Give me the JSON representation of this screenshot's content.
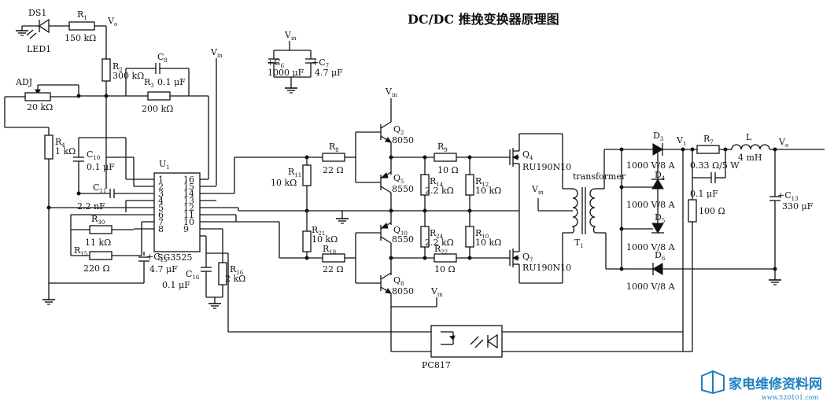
{
  "title": "DC/DC 推挽变换器原理图",
  "labels": {
    "ds1": "DS1",
    "led1": "LED1",
    "r1": "R",
    "r1_sub": "1",
    "r1_val": "150 kΩ",
    "vo_top": "V",
    "vo_top_sub": "o",
    "r2": "R",
    "r2_sub": "2",
    "r2_val": "300 kΩ",
    "c8": "C",
    "c8_sub": "8",
    "c8_val": "0.1 μF",
    "r3": "R",
    "r3_sub": "3",
    "r3_val": "200 kΩ",
    "vin_u1": "V",
    "vin_u1_sub": "in",
    "adj": "ADJ",
    "adj_val": "20 kΩ",
    "r4": "R",
    "r4_sub": "4",
    "r4_val": "1 kΩ",
    "c10": "C",
    "c10_sub": "10",
    "c10_val": "0.1 μF",
    "c11": "C",
    "c11_sub": "11",
    "c11_val": "2.2 nF",
    "u1": "U",
    "u1_sub": "1",
    "r30": "R",
    "r30_sub": "30",
    "r30_val": "11 kΩ",
    "r15": "R",
    "r15_sub": "15",
    "r15_val": "220 Ω",
    "c15": "C",
    "c15_sub": "15",
    "c15_val": "4.7 μF",
    "ic_name": "SG3525",
    "c16": "C",
    "c16_sub": "16",
    "c16_val": "0.1 μF",
    "r16": "R",
    "r16_sub": "16",
    "r16_val": "2 kΩ",
    "vin_cap": "V",
    "vin_cap_sub": "in",
    "c6": "C",
    "c6_sub": "6",
    "c6_val": "1000 μF",
    "c7": "C",
    "c7_sub": "7",
    "c7_val": "4.7 μF",
    "vin_q": "V",
    "vin_q_sub": "in",
    "q2": "Q",
    "q2_sub": "2",
    "q2_val": "8050",
    "q5": "Q",
    "q5_sub": "5",
    "q5_val": "8550",
    "q10": "Q",
    "q10_sub": "10",
    "q10_val": "8550",
    "q8": "Q",
    "q8_sub": "8",
    "q8_val": "8050",
    "r8": "R",
    "r8_sub": "8",
    "r8_val": "22 Ω",
    "r11": "R",
    "r11_sub": "11",
    "r11_val": "10 kΩ",
    "r21": "R",
    "r21_sub": "21",
    "r21_val": "10 kΩ",
    "r18": "R",
    "r18_sub": "18",
    "r18_val": "22 Ω",
    "r9": "R",
    "r9_sub": "9",
    "r9_val": "10 Ω",
    "r14": "R",
    "r14_sub": "14",
    "r14_val": "2.2 kΩ",
    "r12": "R",
    "r12_sub": "12",
    "r12_val": "10 kΩ",
    "r24": "R",
    "r24_sub": "24",
    "r24_val": "2.2 kΩ",
    "r10": "R",
    "r10_sub": "10",
    "r10_val": "10 kΩ",
    "r22": "R",
    "r22_sub": "22",
    "r22_val": "10 Ω",
    "vin_bot": "V",
    "vin_bot_sub": "in",
    "q4": "Q",
    "q4_sub": "4",
    "q4_val": "RU190N10",
    "q7": "Q",
    "q7_sub": "7",
    "q7_val": "RU190N10",
    "vin_tr": "V",
    "vin_tr_sub": "in",
    "transformer": "transformer",
    "t1": "T",
    "t1_sub": "1",
    "d3": "D",
    "d3_sub": "3",
    "d3_val": "1000 V/8 A",
    "d4": "D",
    "d4_sub": "4",
    "d4_val": "1000 V/8 A",
    "d5": "D",
    "d5_sub": "5",
    "d5_val": "1000 V/8 A",
    "d6": "D",
    "d6_sub": "6",
    "d6_val": "1000 V/8 A",
    "v1": "V",
    "v1_sub": "1",
    "r7": "R",
    "r7_sub": "7",
    "r7_val": "0.33 Ω/5 W",
    "c9_val": "0.1 μF",
    "r_100": "100 Ω",
    "l": "L",
    "l_val": "4 mH",
    "vo_out": "V",
    "vo_out_sub": "o",
    "c13": "C",
    "c13_sub": "13",
    "c13_val": "330 μF",
    "pc817": "PC817"
  },
  "pins": {
    "left": [
      "1",
      "2",
      "3",
      "4",
      "5",
      "6",
      "7",
      "8"
    ],
    "right": [
      "16",
      "15",
      "14",
      "13",
      "12",
      "11",
      "10",
      "9"
    ]
  },
  "watermark": {
    "text": "家电维修资料网",
    "url": "www.520101.com"
  }
}
